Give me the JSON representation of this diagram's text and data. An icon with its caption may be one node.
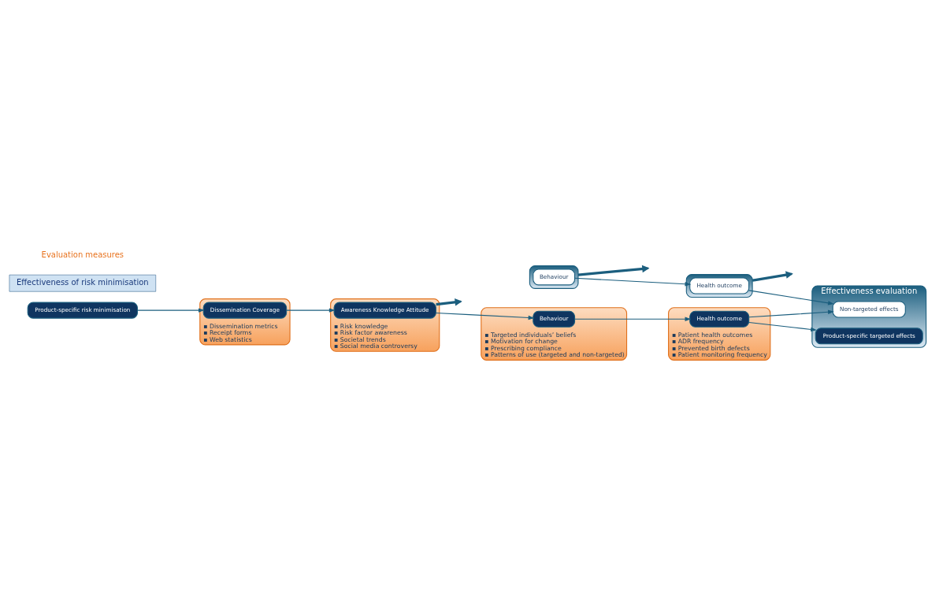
{
  "diagram": {
    "nodes": [
      {
        "text": [
          "Product-specific risk minimisation"
        ]
      },
      {
        "text": [
          "Effectiveness of risk minimisation"
        ]
      },
      {
        "text": [
          "▪ Dissemination metrics",
          "▪ Receipt forms",
          "▪ Web statistics"
        ]
      },
      {
        "text": [
          "Dissemination Coverage"
        ],
        "in": 2
      },
      {
        "text": [
          "▪ Risk knowledge",
          "▪ Risk factor awareness",
          "▪ Societal trends",
          "▪ Social media controversy"
        ]
      },
      {
        "text": [
          "Awareness Knowledge Attitude"
        ],
        "in": 4
      },
      {
        "text": [],
        "shape": "box"
      },
      {
        "text": [
          "Behaviour"
        ],
        "in": 6
      },
      {
        "text": [
          "▪ Targeted individuals’ beliefs",
          "▪ Motivation for change",
          "▪ Prescribing compliance",
          "▪ Patterns of use (targeted and non-targeted)"
        ]
      },
      {
        "text": [
          "Behaviour"
        ],
        "in": 8
      },
      {
        "text": [],
        "shape": "box"
      },
      {
        "text": [
          "Health outcome"
        ],
        "in": 10
      },
      {
        "text": [
          "▪ Patient health outcomes",
          "▪ ADR frequency",
          "▪ Prevented birth defects",
          "▪ Patient monitoring frequency"
        ]
      },
      {
        "text": [
          "Health outcome"
        ],
        "in": 12
      },
      {
        "text": [
          "Effectiveness evaluation"
        ]
      },
      {
        "text": [
          "Non-targeted effects"
        ],
        "in": 14
      },
      {
        "text": [
          "Product-specific targeted effects"
        ],
        "in": 14
      }
    ],
    "edges": [
      {
        "from": 0,
        "to": 3,
        "arrow": "to"
      },
      {
        "from": 3,
        "to": 5,
        "arrow": "to"
      },
      {
        "from": 5,
        "to": 9,
        "arrow": "to"
      },
      {
        "from": 9,
        "to": 13,
        "arrow": "to"
      },
      {
        "from": 13,
        "to": 16,
        "arrow": "to"
      },
      {
        "from": 13,
        "to": 15,
        "arrow": "to"
      },
      {
        "from": 7,
        "to": 11,
        "arrow": "to"
      },
      {
        "from": 11,
        "to": 15,
        "arrow": "to"
      },
      {
        "from": 5,
        "to": null,
        "arrow": "to",
        "style": "thick"
      },
      {
        "from": 6,
        "to": null,
        "arrow": "to",
        "style": "thick"
      },
      {
        "from": 10,
        "to": null,
        "arrow": "to",
        "style": "thick"
      }
    ],
    "labels": [
      "Evaluation measures"
    ]
  }
}
